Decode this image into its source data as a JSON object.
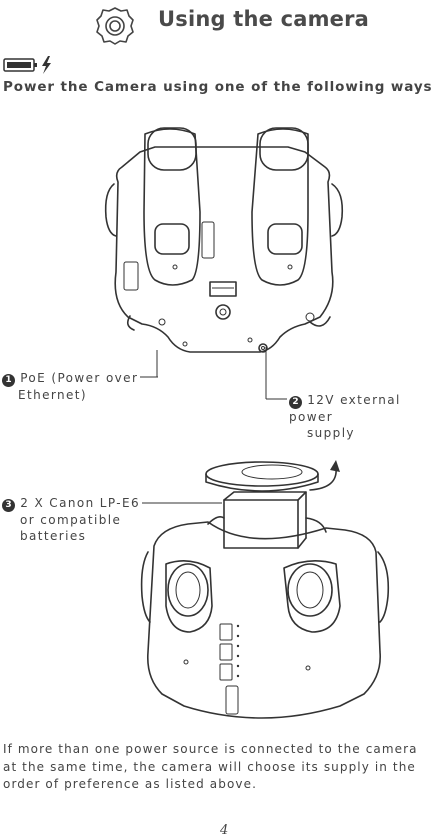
{
  "header": {
    "title": "Using the camera",
    "icon": "gear-icon"
  },
  "battery_icons": [
    "battery-icon",
    "lightning-icon"
  ],
  "section": {
    "heading": "Power the Camera using one of the following ways"
  },
  "callouts": [
    {
      "number": "1",
      "line1": "PoE (Power over",
      "line2": "Ethernet)"
    },
    {
      "number": "2",
      "line1": "12V external power",
      "line2": "supply"
    },
    {
      "number": "3",
      "line1": "2 X Canon LP-E6",
      "line2": "or compatible",
      "line3": "batteries"
    }
  ],
  "note": "If more than one power source is connected to the camera at the same time, the camera will choose its supply in the order of preference as listed above.",
  "page_number": "4"
}
